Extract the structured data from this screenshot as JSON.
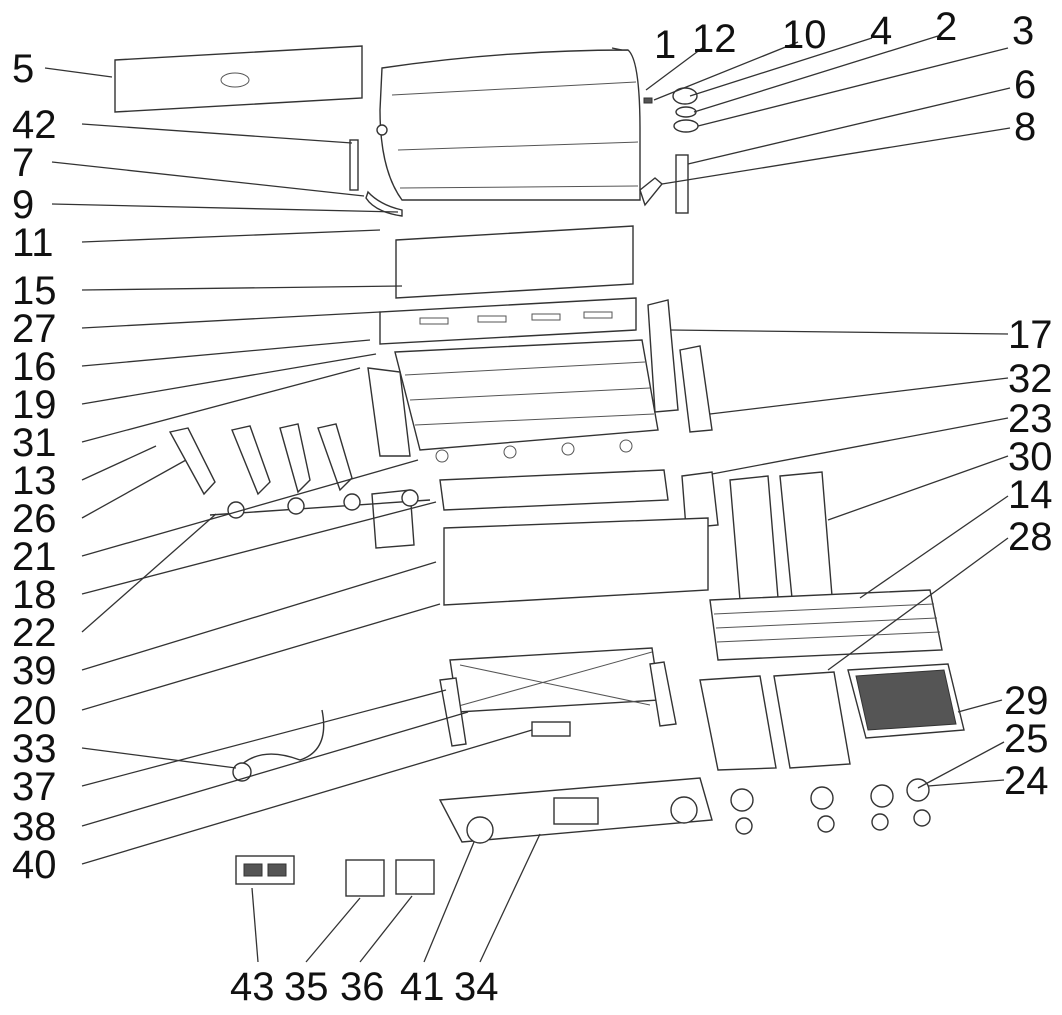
{
  "diagram": {
    "type": "exploded-parts-diagram",
    "callouts_left": [
      "5",
      "42",
      "7",
      "9",
      "11",
      "15",
      "27",
      "16",
      "19",
      "31",
      "13",
      "26",
      "21",
      "18",
      "22",
      "39",
      "20",
      "33",
      "37",
      "38",
      "40"
    ],
    "callouts_top": [
      "1",
      "12",
      "10",
      "4",
      "2",
      "3",
      "6",
      "8"
    ],
    "callouts_right": [
      "17",
      "32",
      "23",
      "30",
      "14",
      "28",
      "29",
      "25",
      "24"
    ],
    "callouts_bottom": [
      "43",
      "35",
      "36",
      "41",
      "34"
    ],
    "colors": {
      "line": "#333333",
      "fill": "#ffffff",
      "text": "#111111"
    }
  }
}
